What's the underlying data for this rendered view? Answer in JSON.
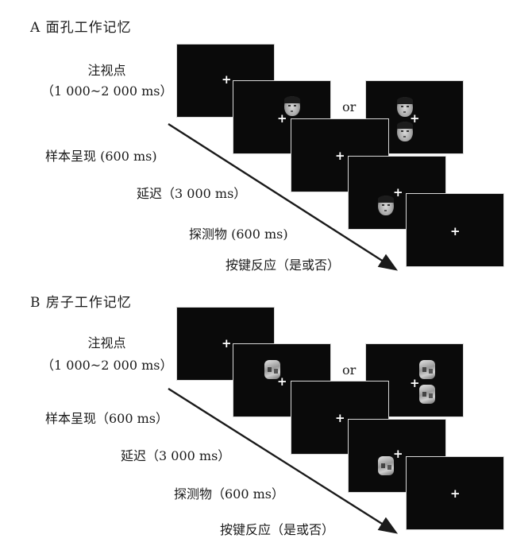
{
  "panel_a": {
    "title": "A  面孔工作记忆",
    "fixation_label": "注视点",
    "fixation_time": "（1 000~2 000 ms）",
    "sample_label": "样本呈现 (600 ms)",
    "delay_label": "延迟（3 000 ms）",
    "probe_label": "探测物 (600 ms)",
    "response_label": "按键反应（是或否）",
    "or_text": "or",
    "stimulus_type": "face"
  },
  "panel_b": {
    "title": "B  房子工作记忆",
    "fixation_label": "注视点",
    "fixation_time": "（1 000~2 000 ms）",
    "sample_label": "样本呈现（600 ms）",
    "delay_label": "延迟（3 000 ms）",
    "probe_label": "探测物（600 ms）",
    "response_label": "按键反应（是或否）",
    "or_text": "or",
    "stimulus_type": "house"
  },
  "screen_color": "#0a0a0a",
  "fixation_glyph": "+"
}
